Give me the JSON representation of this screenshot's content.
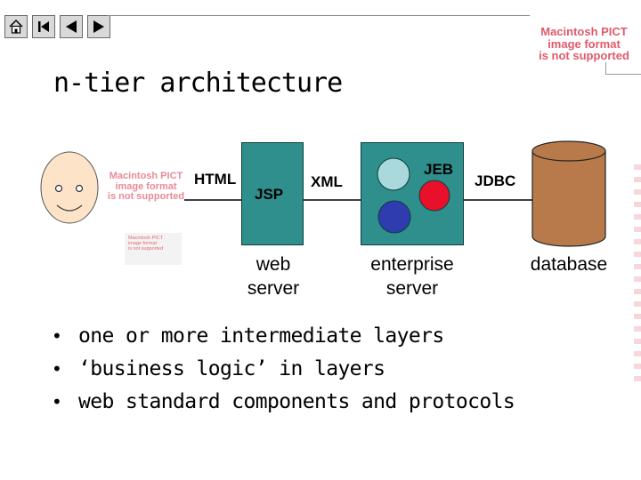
{
  "nav": {
    "buttons": [
      {
        "icon": "home-icon"
      },
      {
        "icon": "first-slide-icon"
      },
      {
        "icon": "previous-slide-icon"
      },
      {
        "icon": "next-slide-icon"
      }
    ]
  },
  "pict_placeholder": {
    "line1": "Macintosh PICT",
    "line2": "image format",
    "line3": "is not supported",
    "color": "#e05a6a"
  },
  "slide": {
    "title": "n-tier architecture",
    "diagram": {
      "labels": {
        "html": "HTML",
        "jsp": "JSP",
        "xml": "XML",
        "jeb": "JEB",
        "jdbc": "JDBC"
      },
      "captions": {
        "web_server_1": "web",
        "web_server_2": "server",
        "enterprise_server_1": "enterprise",
        "enterprise_server_2": "server",
        "database": "database"
      },
      "colors": {
        "server_box": "#2f8f8c",
        "database": "#b87a4b",
        "face": "#fde3c8",
        "node_light": "#a9d8dd",
        "node_red": "#e8102a",
        "node_blue": "#2e3cb0"
      }
    },
    "bullets": [
      "one or more intermediate layers",
      "‘business logic’ in layers",
      "web standard components and protocols"
    ]
  }
}
